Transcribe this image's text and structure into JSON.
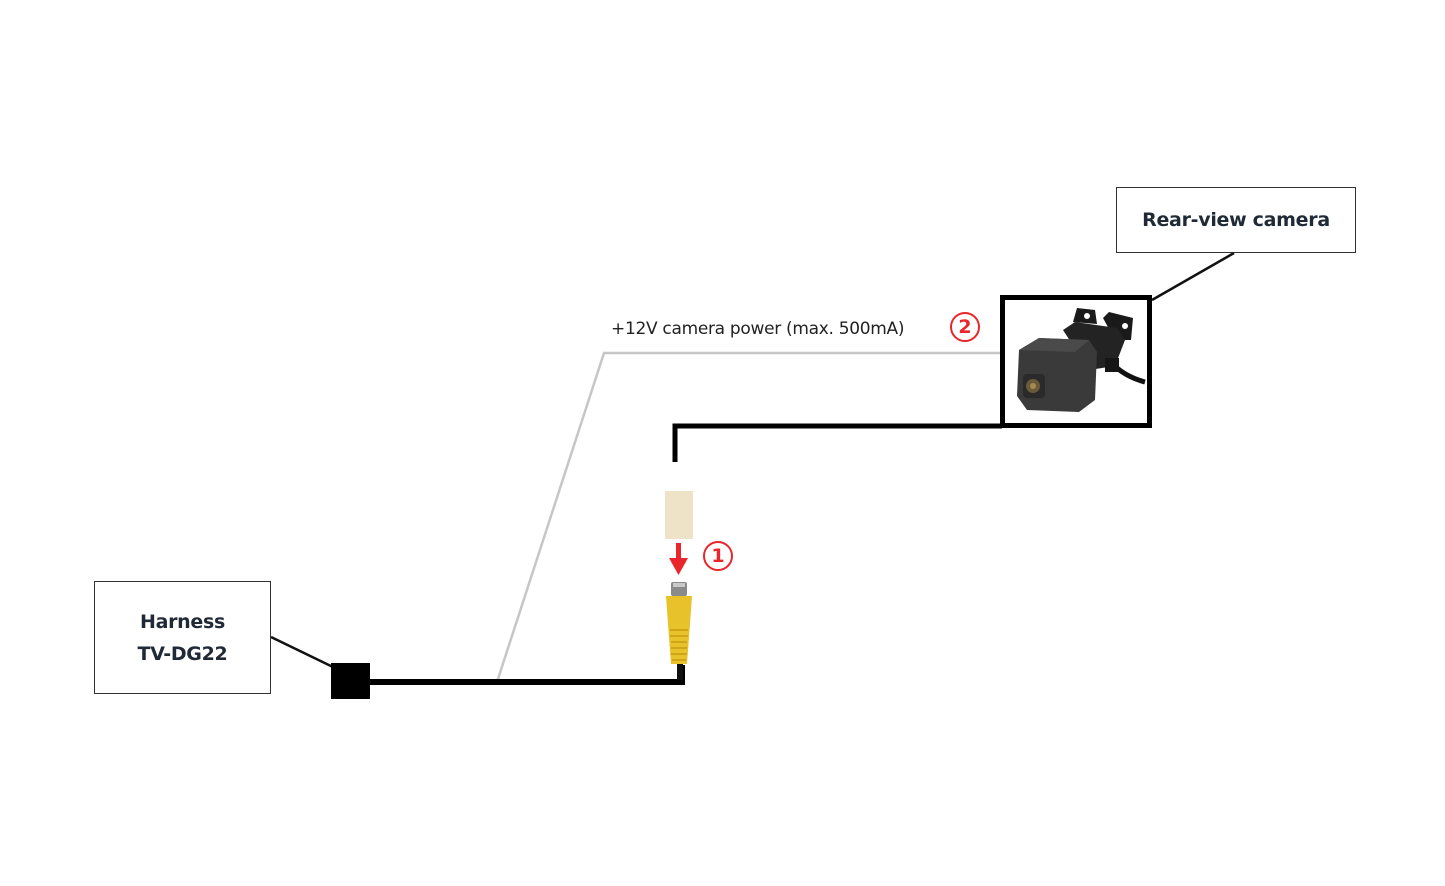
{
  "labels": {
    "camera": "Rear-view camera",
    "harness_line1": "Harness",
    "harness_line2": "TV-DG22",
    "power": "+12V camera power (max. 500mA)"
  },
  "steps": {
    "step1": "1",
    "step2": "2"
  },
  "icons": {
    "camera": "rear-view-camera-image",
    "rca_plug": "yellow-rca-plug",
    "rca_socket": "beige-rca-socket",
    "arrow": "red-down-arrow",
    "connector": "black-harness-connector"
  },
  "colors": {
    "cable": "#000000",
    "power_wire": "#c8c8c8",
    "accent_red": "#e8262b",
    "rca_yellow": "#e8c22a",
    "socket_beige": "#eee3c6",
    "label_text": "#1f2a36"
  }
}
